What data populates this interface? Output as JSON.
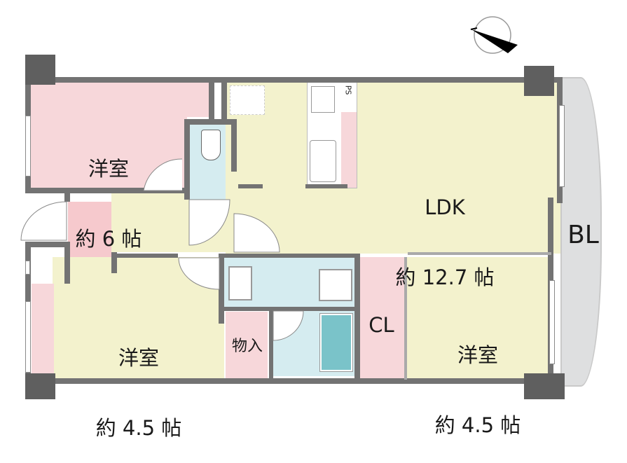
{
  "plan": {
    "colors": {
      "wall": "#737373",
      "pillar": "#5f5f5f",
      "western_room_pink": "#f7d7da",
      "western_room_yellow": "#f3f2cd",
      "ldk": "#f3f2cd",
      "wet_area": "#d5ecf0",
      "bathtub": "#7ac3c9",
      "balcony": "#dedfe0",
      "storage": "#f7d7da"
    },
    "compass": {
      "icon": "north-arrow-icon"
    },
    "rooms": {
      "western_6": {
        "name": "洋室",
        "size": "約 6 帖"
      },
      "ldk": {
        "name": "LDK",
        "size": "約 12.7 帖"
      },
      "western_45_left": {
        "name": "洋室",
        "size": "約 4.5 帖"
      },
      "western_45_right": {
        "name": "洋室",
        "size": "約 4.5 帖"
      },
      "storage": {
        "name": "物入"
      },
      "closet": {
        "name": "CL"
      },
      "balcony": {
        "name": "BL"
      },
      "ps": {
        "name": "PS"
      }
    }
  }
}
